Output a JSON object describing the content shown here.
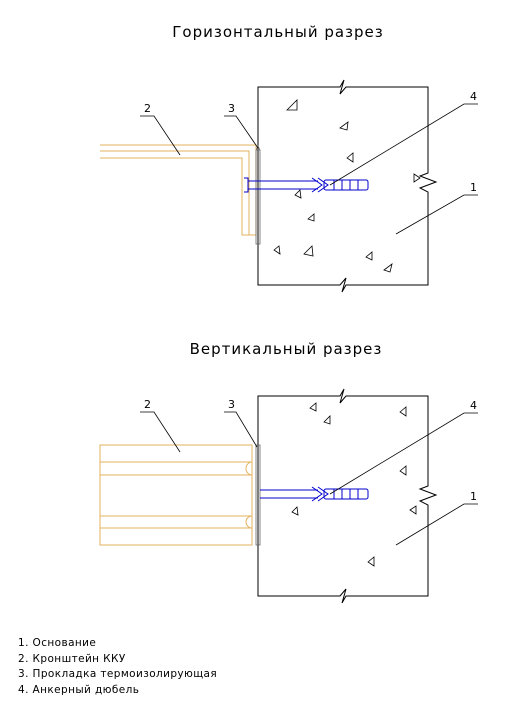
{
  "sections": {
    "horizontal": {
      "title": "Горизонтальный разрез"
    },
    "vertical": {
      "title": "Вертикальный разрез"
    }
  },
  "callouts": {
    "c1": "1",
    "c2": "2",
    "c3": "3",
    "c4": "4"
  },
  "legend": {
    "items": [
      "1. Основание",
      "2. Кронштейн ККУ",
      "3. Прокладка термоизолирующая",
      "4. Анкерный дюбель"
    ]
  },
  "colors": {
    "line": "#000000",
    "bracket": "#e3b25f",
    "anchor": "#0000cc",
    "pad": "#666666"
  }
}
